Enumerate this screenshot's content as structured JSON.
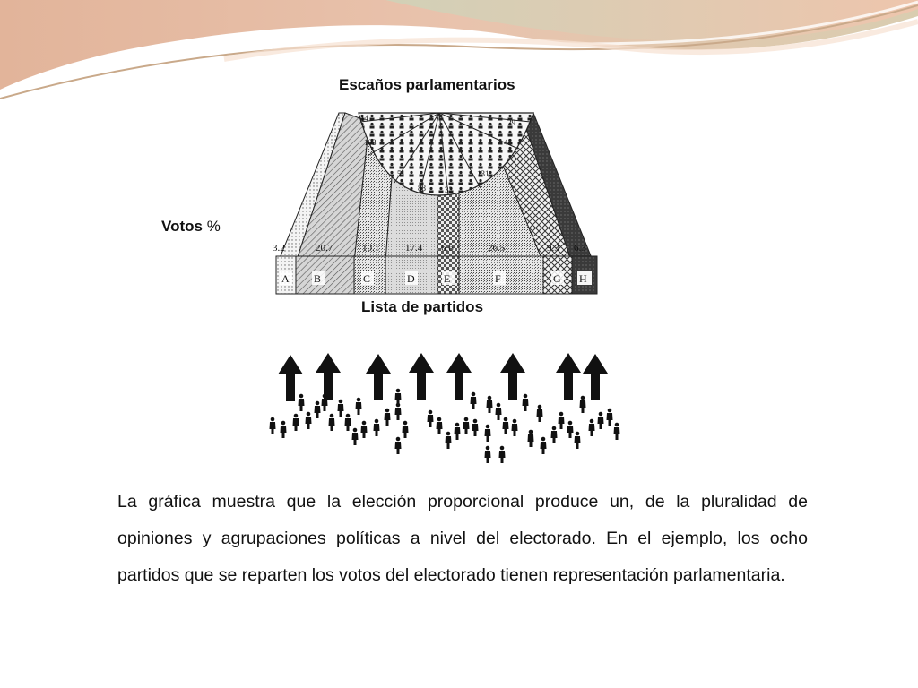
{
  "theme": {
    "background": "#ffffff",
    "swoosh_colors": [
      "#e8b9a0",
      "#d6c9a8",
      "#f2c8b3",
      "#c9a98a"
    ]
  },
  "diagram": {
    "title": "Escaños parlamentarios",
    "votes_label": "Votos",
    "votes_label_unit": "%",
    "parties_label": "Lista de partidos",
    "parties": [
      {
        "letter": "A",
        "vote_pct": "3.2"
      },
      {
        "letter": "B",
        "vote_pct": "20.7"
      },
      {
        "letter": "C",
        "vote_pct": "10.1"
      },
      {
        "letter": "D",
        "vote_pct": "17.4"
      },
      {
        "letter": "E",
        "vote_pct": "6.6"
      },
      {
        "letter": "F",
        "vote_pct": "26.5"
      },
      {
        "letter": "G",
        "vote_pct": "9.3"
      },
      {
        "letter": "H",
        "vote_pct": "6.3"
      }
    ],
    "seats": [
      "14",
      "103",
      "51",
      "88",
      "32",
      "131",
      "45",
      "29"
    ]
  },
  "paragraph": "La gráfica muestra que la elección proporcional produce un, de la pluralidad de opiniones y agrupaciones políticas a nivel del electorado. En el ejemplo, los ocho partidos que se reparten los votos del electorado tienen representación parlamentaria."
}
